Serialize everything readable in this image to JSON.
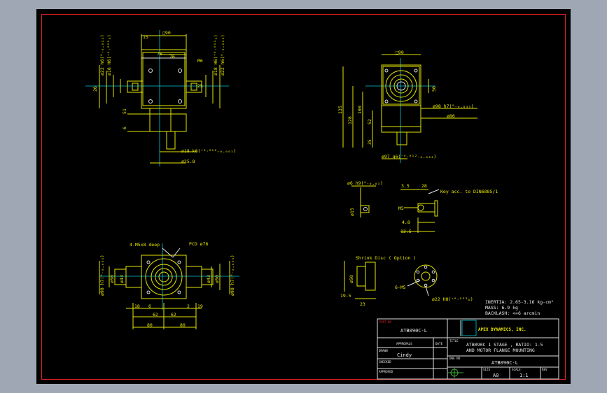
{
  "drawing": {
    "front_view": {
      "dim_square": "□90",
      "dim_15": "15",
      "dim_76a": "76",
      "dim_76b": "76",
      "dim_left_h6": "ø22 h6(⁰₋₀.₀₁₃)",
      "dim_left_18": "ø18 H6(⁺⁰·⁰¹¹₀)",
      "dim_right_h6": "ø22 h6(⁰₋₀.₀₁₃)",
      "dim_right_18": "ø18 H6(⁺⁰·⁰¹¹₀)",
      "dim_m6": "M6",
      "dim_25": "25",
      "dim_51": "51",
      "dim_6": "6",
      "dim_18_bottom": "ø18 k6(⁺⁰·⁰¹²₊₀.₀₀₁)",
      "dim_25_8": "ø25.8",
      "dim_26": "26"
    },
    "side_view": {
      "dim_square": "□90",
      "dim_50": "50",
      "dim_135": "135",
      "dim_128": "128",
      "dim_100": "100",
      "dim_52": "52",
      "dim_35": "35",
      "dim_98": "ø98 h7(⁰₋₀.₀₃₅)",
      "dim_86": "ø86",
      "dim_97": "ø97 g6(⁻⁰·⁰¹²₋₀.₀₃₄)"
    },
    "top_view": {
      "note_m5": "4-M5x8 deep",
      "note_pcd": "PCD ø76",
      "dim_98_left": "ø98 h7(⁰₋₀.₀₃₅)",
      "dim_50_left": "ø50",
      "dim_43_left": "ø43",
      "dim_43_right": "ø43",
      "dim_50_right": "ø50",
      "dim_98_right": "ø98 h7(⁰₋₀.₀₃₅)",
      "dim_18": "18",
      "dim_6": "6",
      "dim_2": "2",
      "dim_19": "19",
      "dim_62a": "62",
      "dim_62b": "62",
      "dim_80a": "80",
      "dim_80b": "80"
    },
    "shaft_detail": {
      "dim_6_h9": "ø6 h9(⁰₋₀.₀₃)",
      "dim_15": "ø15",
      "dim_3_5": "3.5",
      "dim_28": "28",
      "dim_key": "Key acc. to DIN6885/1",
      "dim_m5": "M5",
      "dim_4_8": "4.8",
      "dim_12_5": "12.5"
    },
    "shrink_disc": {
      "title": "Shrink Disc ( Option )",
      "dim_50": "ø50",
      "dim_19_5": "19.5",
      "dim_23": "23",
      "dim_m5": "6-M5",
      "dim_22": "ø22 H8(⁺⁰·⁰³³₀)"
    },
    "specs": [
      "INERTIA: 2.65-3.16 kg-cm²",
      "MASS: 6.9 kg",
      "BACKLASH: <=6 arcmin"
    ]
  },
  "title_block": {
    "part_no_label": "PART NO",
    "part_no": "ATB090C-L",
    "approvals_label": "APPROVALS",
    "date_label": "DATE",
    "drawn_label": "DRAWN",
    "drawn_by": "Cindy",
    "checked_label": "CHECKED",
    "approved_label": "APPROVED",
    "company": "APEX DYNAMICS, INC.",
    "title_label": "TITLE",
    "title_line1": "ATB090C 1 STAGE , RATIO: 1-5",
    "title_line2": "AND MOTOR FLANGE MOUNTING",
    "dwg_no_label": "DWG NO",
    "dwg_no": "ATB090C-L",
    "size_label": "SIZE",
    "size": "A0",
    "scale_label": "SCALE",
    "scale": "1:1",
    "rev_label": "REV"
  },
  "colors": {
    "background": "#9fa7b5",
    "sheet": "#000000",
    "border": "#e02020",
    "outline": "#e6e600",
    "centerline": "#00c8d8"
  }
}
